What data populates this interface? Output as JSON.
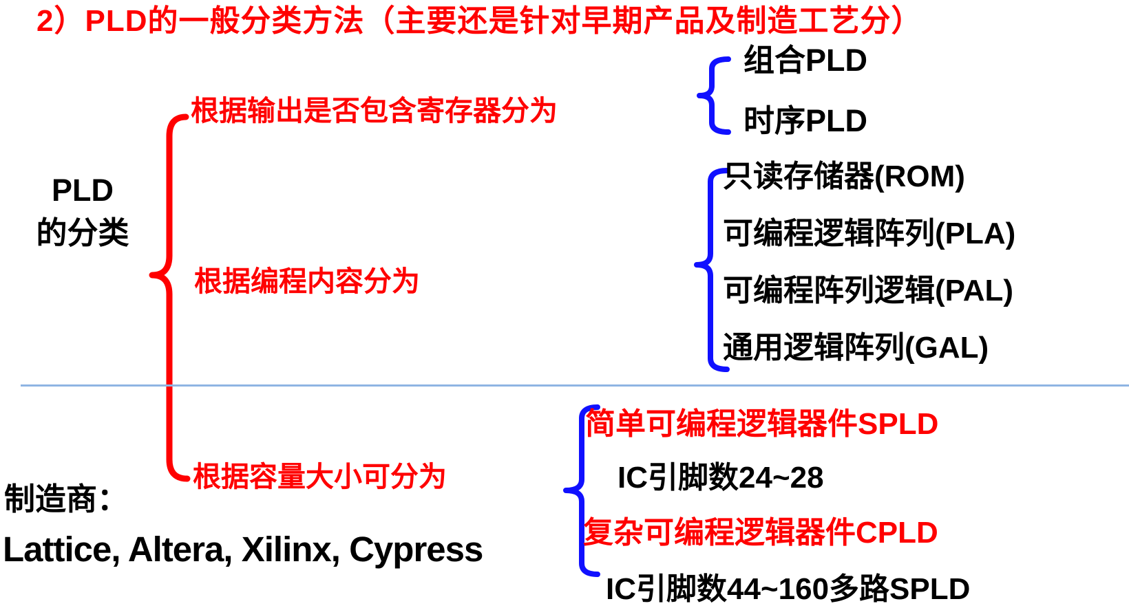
{
  "title": "2）PLD的一般分类方法（主要还是针对早期产品及制造工艺分）",
  "root": {
    "line1": "PLD",
    "line2": "的分类"
  },
  "branches": [
    {
      "label": "根据输出是否包含寄存器分为",
      "items": [
        "组合PLD",
        "时序PLD"
      ]
    },
    {
      "label": "根据编程内容分为",
      "items": [
        "只读存储器(ROM)",
        "可编程逻辑阵列(PLA)",
        "可编程阵列逻辑(PAL)",
        "通用逻辑阵列(GAL)"
      ]
    },
    {
      "label": "根据容量大小可分为",
      "items": [
        "简单可编程逻辑器件SPLD",
        "IC引脚数24~28",
        "复杂可编程逻辑器件CPLD",
        "IC引脚数44~160多路SPLD"
      ]
    }
  ],
  "manufacturers": {
    "label": "制造商：",
    "list": "Lattice, Altera, Xilinx, Cypress"
  },
  "colors": {
    "red": "#ff0000",
    "blue": "#1010ff",
    "divider": "#8eb4e3",
    "black": "#000000"
  }
}
